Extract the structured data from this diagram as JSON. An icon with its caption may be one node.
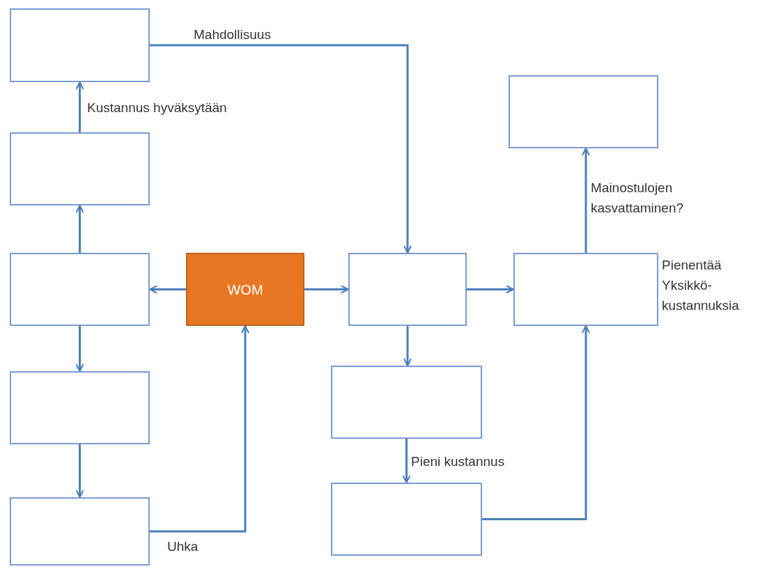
{
  "diagram": {
    "nodes": [
      {
        "text": [],
        "shape": "box"
      },
      {
        "text": [],
        "shape": "box"
      },
      {
        "text": [],
        "shape": "box"
      },
      {
        "text": [],
        "shape": "box"
      },
      {
        "text": [],
        "shape": "box"
      },
      {
        "text": [
          "WOM"
        ]
      },
      {
        "text": [],
        "shape": "box"
      },
      {
        "text": [],
        "shape": "box"
      },
      {
        "text": [],
        "shape": "box",
        "beside": [
          "Pienentää Yksikkö- kustannuksia"
        ]
      },
      {
        "text": [],
        "shape": "box"
      },
      {
        "text": [],
        "shape": "box"
      }
    ],
    "edges": [
      {
        "from": 5,
        "to": 2,
        "arrow": "to"
      },
      {
        "from": 5,
        "to": 6,
        "arrow": "to"
      },
      {
        "from": 2,
        "to": 1,
        "arrow": "to"
      },
      {
        "from": 1,
        "to": 0,
        "arrow": "to",
        "label": "Kustannus hyväksytään"
      },
      {
        "from": 2,
        "to": 3,
        "arrow": "to"
      },
      {
        "from": 3,
        "to": 4,
        "arrow": "to"
      },
      {
        "from": 4,
        "to": 5,
        "arrow": "to",
        "label": "Uhka"
      },
      {
        "from": 0,
        "to": 6,
        "arrow": "to",
        "label": "Mahdollisuus"
      },
      {
        "from": 6,
        "to": 8,
        "arrow": "to"
      },
      {
        "from": 8,
        "to": 7,
        "arrow": "to",
        "label": "Mainostulojen kasvattaminen?"
      },
      {
        "from": 6,
        "to": 9,
        "arrow": "to"
      },
      {
        "from": 9,
        "to": 10,
        "arrow": "to",
        "label": "Pieni kustannus"
      },
      {
        "from": 10,
        "to": 8,
        "arrow": "to"
      }
    ]
  }
}
